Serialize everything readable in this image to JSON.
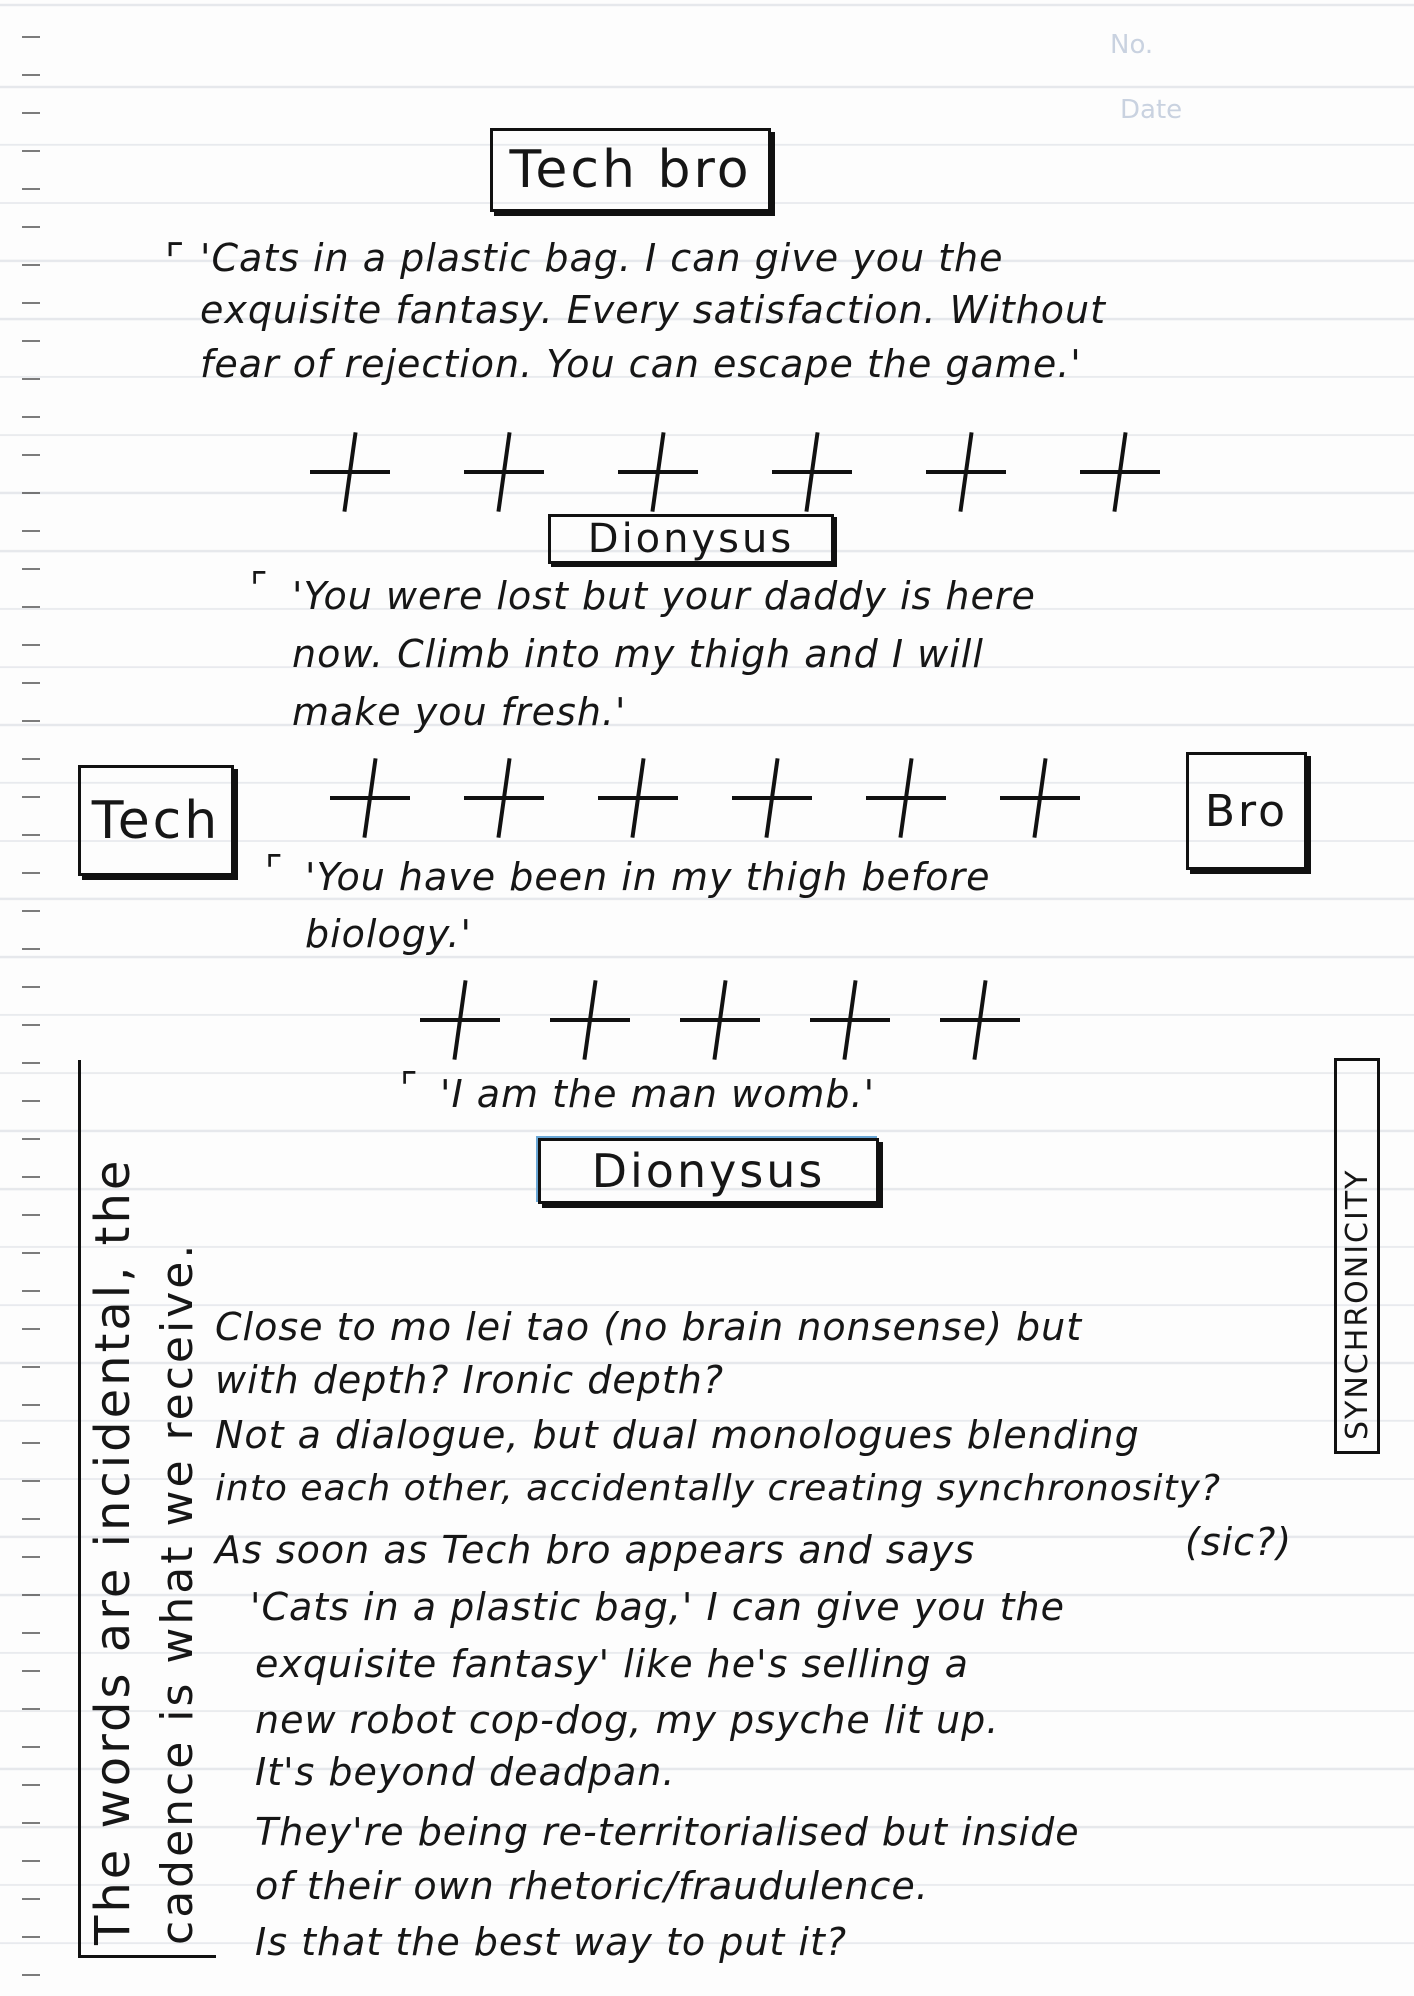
{
  "header": {
    "no_label": "No.",
    "date_label": "Date"
  },
  "sections": [
    {
      "heading": "Tech bro",
      "quote": [
        "'Cats in a plastic bag. I can give you the",
        "exquisite fantasy. Every satisfaction. Without",
        "fear of rejection. You can escape the game.'"
      ]
    },
    {
      "heading": "Dionysus",
      "quote": [
        "'You were lost but your daddy is here",
        "now. Climb into my thigh and I will",
        "make you fresh.'"
      ]
    },
    {
      "heading_left": "Tech",
      "heading_right": "Bro",
      "quote": [
        "'You have been in my thigh before",
        "biology.'"
      ]
    },
    {
      "quote": [
        "'I am the man womb.'"
      ],
      "heading": "Dionysus"
    }
  ],
  "cross_counts": [
    6,
    6,
    5
  ],
  "side_note": [
    "The words are incidental, the",
    "cadence is what we receive."
  ],
  "right_note": "SYNCHRONICITY",
  "notes": [
    "Close to mo lei tao (no brain nonsense) but",
    "with depth? Ironic depth?",
    "Not a dialogue, but dual monologues blending",
    "into each other, accidentally creating synchronosity?",
    "(sic?)",
    "As soon as Tech bro appears and says",
    "'Cats in a plastic bag,' I can give you the",
    "exquisite fantasy' like he's selling a",
    "new robot cop-dog, my psyche lit up.",
    "It's beyond deadpan.",
    "They're being re-territorialised but inside",
    "of their own rhetoric/fraudulence.",
    "Is that the best way to put it?"
  ]
}
